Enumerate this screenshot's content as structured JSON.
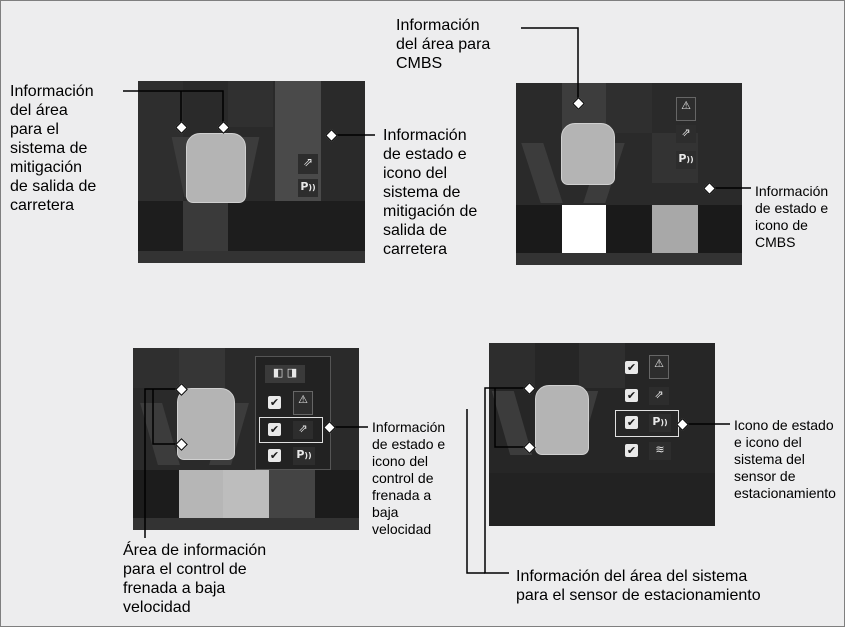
{
  "labels": {
    "rdm_area": "Información\ndel área\npara el\nsistema de\nmitigación\nde salida de\ncarretera",
    "rdm_status": "Información\nde estado e\nicono del\nsistema de\nmitigación de\nsalida de\ncarretera",
    "cmbs_area": "Información\ndel área para\nCMBS",
    "cmbs_status": "Información\nde estado e\nicono de\nCMBS",
    "lsbc_status": "Información\nde estado e\nicono del\ncontrol de\nfrenada a\nbaja\nvelocidad",
    "lsbc_area": "Área de información\npara el control de\nfrenada a baja\nvelocidad",
    "parking_status": "Icono de estado\ne icono del\nsistema del\nsensor de\nestacionamiento",
    "parking_area": "Información del área del sistema\npara el sensor de estacionamiento"
  },
  "icons": {
    "checkmark": "✔",
    "parking": "P))",
    "check_state": "checked"
  },
  "colors": {
    "background": "#ededee",
    "screen": "#262626",
    "highlight_white": "#ffffff",
    "highlight_gray": "#a8a8a8"
  }
}
